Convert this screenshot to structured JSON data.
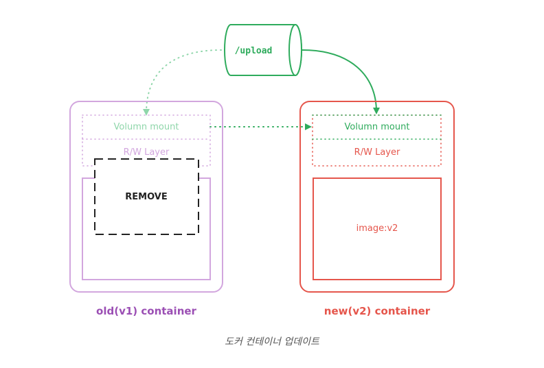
{
  "upload": {
    "label": "/upload"
  },
  "old_container": {
    "volume_label": "Volumn mount",
    "rw_label": "R/W Layer",
    "remove_label": "REMOVE",
    "title": "old(v1) container"
  },
  "new_container": {
    "volume_label": "Volumn mount",
    "rw_label": "R/W Layer",
    "image_label": "image:v2",
    "title": "new(v2) container"
  },
  "caption": "도커 컨테이너 업데이트",
  "colors": {
    "green": "#2eab5c",
    "light_green": "#8fd6aa",
    "purple": "#9b4fb4",
    "light_purple": "#d2a6de",
    "red": "#e5554b",
    "black": "#222222"
  }
}
